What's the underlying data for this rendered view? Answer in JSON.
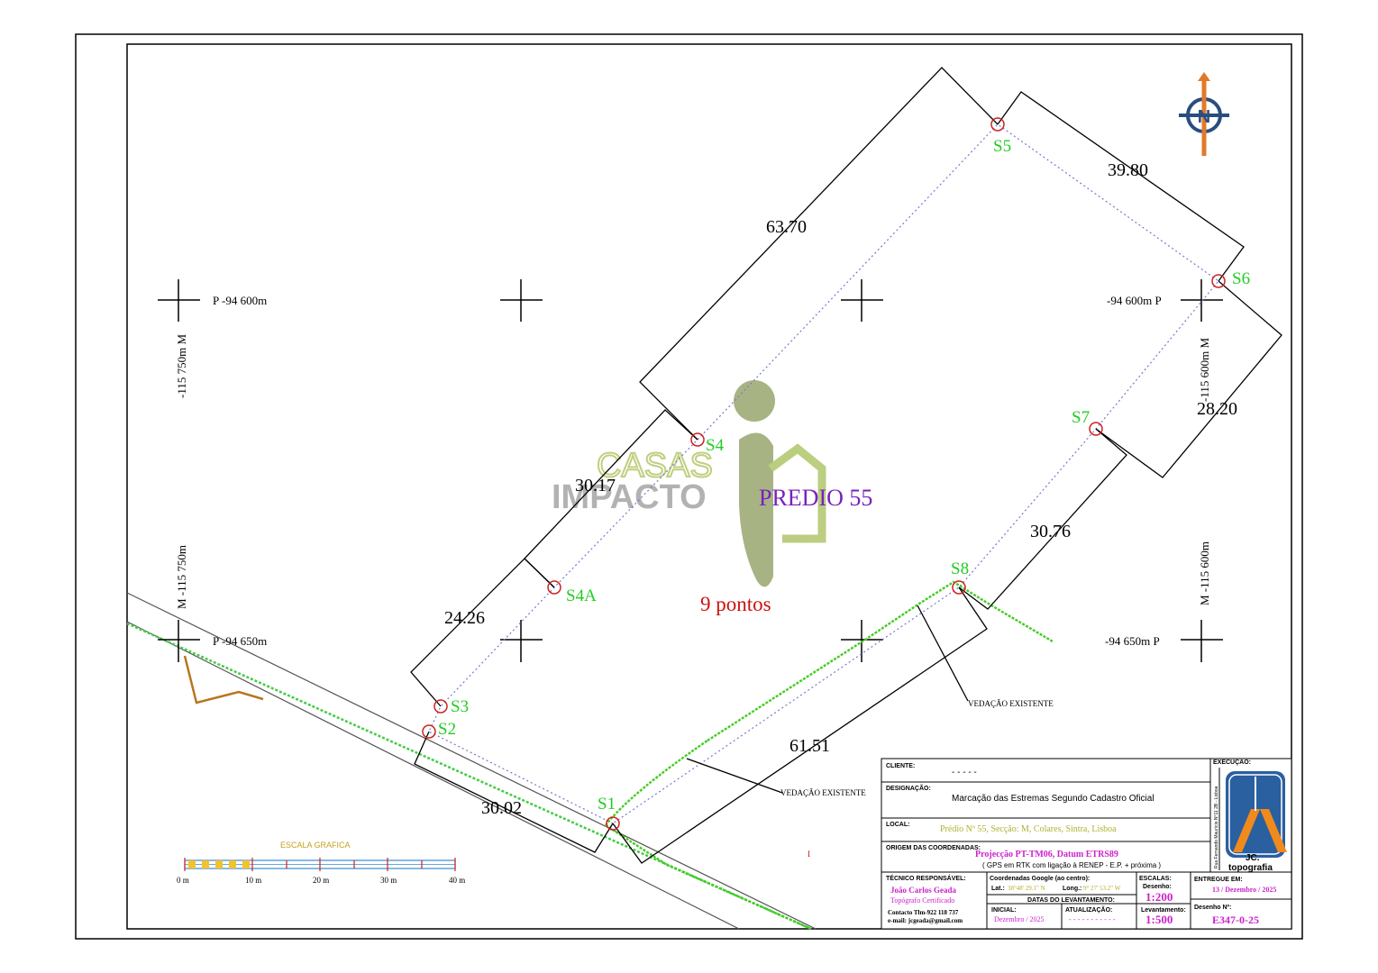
{
  "points": [
    {
      "name": "S1",
      "label": "S1"
    },
    {
      "name": "S2",
      "label": "S2"
    },
    {
      "name": "S3",
      "label": "S3"
    },
    {
      "name": "S4A",
      "label": "S4A"
    },
    {
      "name": "S4",
      "label": "S4"
    },
    {
      "name": "S5",
      "label": "S5"
    },
    {
      "name": "S6",
      "label": "S6"
    },
    {
      "name": "S7",
      "label": "S7"
    },
    {
      "name": "S8",
      "label": "S8"
    }
  ],
  "dimensions": {
    "d_63_70": "63.70",
    "d_39_80": "39.80",
    "d_28_20": "28.20",
    "d_30_17": "30.17",
    "d_24_26": "24.26",
    "d_30_76": "30.76",
    "d_61_51": "61.51",
    "d_30_02": "30.02"
  },
  "grid": {
    "p_top_left": "P  -94 600m",
    "p_top_right": "-94 600m  P",
    "p_bottom_left": "P  -94 650m",
    "p_bottom_right": "-94 650m  P",
    "m_left_top": "-115 750m  M",
    "m_left_bottom": "M -115 750m",
    "m_right_top": "-115 600m  M",
    "m_right_bottom": "M  -115 600m"
  },
  "annotations": {
    "vedacao_1": "VEDAÇÃO EXISTENTE",
    "vedacao_2": "VEDAÇÃO EXISTENTE",
    "title": "PREDIO 55",
    "count": "9 pontos",
    "watermark_line1": "CASAS",
    "watermark_line2": "IMPACTO",
    "stray_mark": "I"
  },
  "scale_bar": {
    "title": "ESCALA GRAFICA",
    "ticks": [
      "0 m",
      "10 m",
      "20 m",
      "30 m",
      "40 m"
    ]
  },
  "title_block": {
    "cliente_label": "CLIENTE:",
    "cliente_value": "-   -   -   -   -",
    "designacao_label": "DESIGNAÇÃO:",
    "designacao_value": "Marcação das Estremas Segundo Cadastro Oficial",
    "local_label": "LOCAL:",
    "local_value": "Prédio Nº 55, Secção: M, Colares, Sintra, Lisboa",
    "origem_label": "ORIGEM DAS COORDENADAS:",
    "origem_value": "Projecção PT-TM06, Datum ETRS89",
    "origem_sub": "( GPS em RTK com ligação à RENEP - E.P. + próxima )",
    "tecnico_label": "TÉCNICO RESPONSÁVEL:",
    "tecnico_name": "João Carlos Geada",
    "tecnico_role": "Topógrafo Certificado",
    "tecnico_contact": "Contacto Tlm-922 118 737",
    "tecnico_email": "e-mail: jcgeada@gmail.com",
    "coords_label": "Coordenadas Google (ao centro):",
    "lat_label": "Lat.:",
    "lat_value": "38°48' 29.1\" N",
    "long_label": "Long.:",
    "long_value": "9° 27' 53.2\" W",
    "datas_label": "DATAS DO LEVANTAMENTO:",
    "inicial_label": "INICIAL:",
    "inicial_value": "Dezembro / 2025",
    "atualizacao_label": "ATUALIZAÇÃO:",
    "atualizacao_value": "- - - - - - - - - - -",
    "escalas_label": "ESCALAS:",
    "desenho_label": "Desenho:",
    "desenho_value": "1:200",
    "levantamento_label": "Levantamento:",
    "levantamento_value": "1:500",
    "entregue_label": "ENTREGUE EM:",
    "entregue_value": "13 / Dezembro / 2025",
    "desenho_n_label": "Desenho Nº:",
    "desenho_n_value": "E347-0-25",
    "execucao_label": "EXECUÇÃO:",
    "company_line1": "JC.",
    "company_line2": "topografia",
    "company_address": "Rua Fernando Maurício N°11 2B - Lisboa"
  },
  "colors": {
    "point_label": "#22cc22",
    "point_marker": "#cc2222",
    "boundary": "#7777cc",
    "fence": "#44cc22",
    "title": "#7722bb",
    "count": "#cc1111",
    "magenta": "#cc22cc",
    "ochre": "#c8a020"
  }
}
